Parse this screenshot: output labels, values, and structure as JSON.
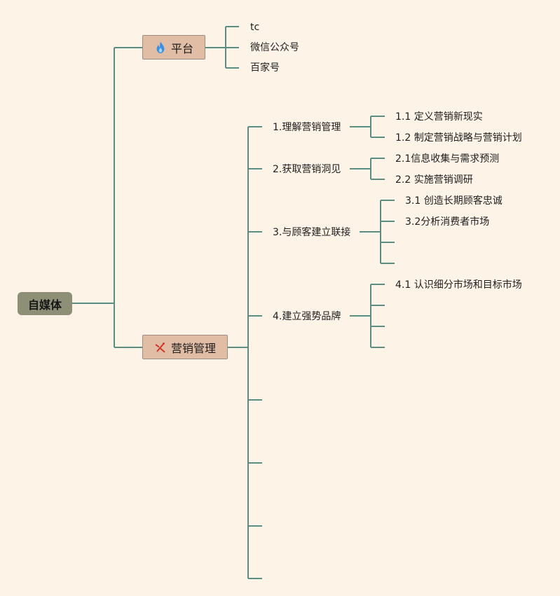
{
  "root": {
    "label": "自媒体"
  },
  "platform": {
    "label": "平台",
    "icon": "fire-icon",
    "items": [
      "tc",
      "微信公众号",
      "百家号"
    ]
  },
  "marketing": {
    "label": "营销管理",
    "icon": "tools-icon",
    "topics": [
      {
        "label": "1.理解营销管理",
        "children": [
          "1.1 定义营销新现实",
          "1.2 制定营销战略与营销计划"
        ]
      },
      {
        "label": "2.获取营销洞见",
        "children": [
          "2.1信息收集与需求预测",
          "2.2 实施营销调研"
        ]
      },
      {
        "label": "3.与顾客建立联接",
        "children": [
          "3.1 创造长期顾客忠诚",
          "3.2分析消费者市场"
        ]
      },
      {
        "label": "4.建立强势品牌",
        "children": [
          "4.1 认识细分市场和目标市场"
        ]
      }
    ]
  },
  "colors": {
    "line": "#5c8d82",
    "background": "#fdf3e7",
    "root": "#8d8f76",
    "branch": "#e2bda5"
  }
}
